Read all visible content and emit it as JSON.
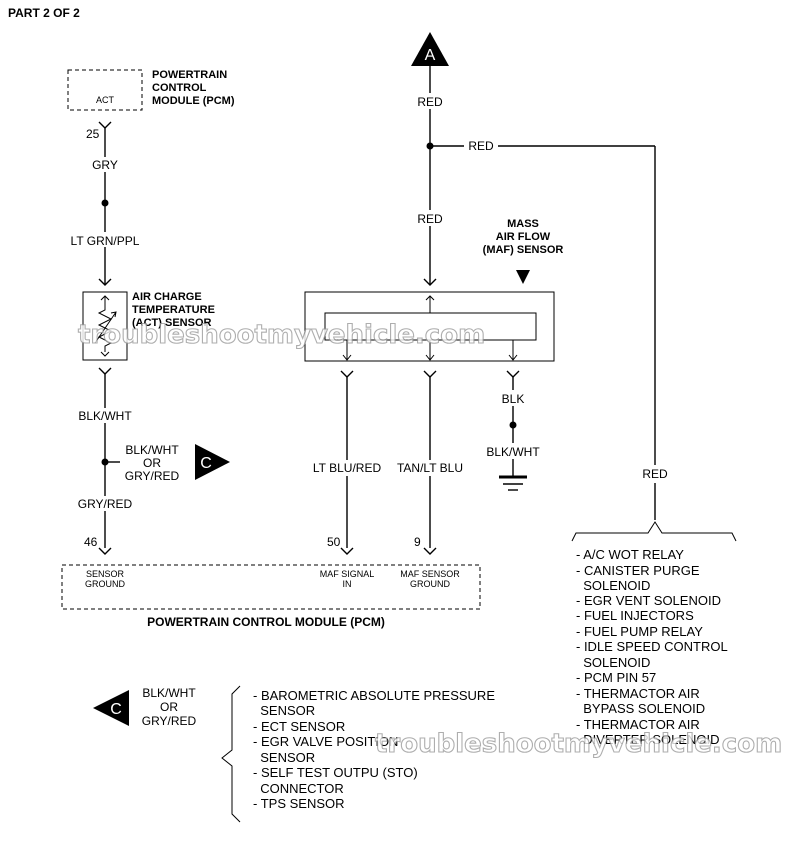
{
  "page_label": "PART 2 OF 2",
  "pcm_top": {
    "title_lines": [
      "POWERTRAIN",
      "CONTROL",
      "MODULE (PCM)"
    ],
    "pin_name": "ACT",
    "pin_number": "25"
  },
  "act_circuit": {
    "wire1": "GRY",
    "wire2": "LT GRN/PPL",
    "sensor_lines": [
      "AIR CHARGE",
      "TEMPERATURE",
      "(ACT) SENSOR"
    ],
    "wire3": "BLK/WHT",
    "branch_lines": [
      "BLK/WHT",
      "OR",
      "GRY/RED"
    ],
    "connector_c": "C",
    "wire4": "GRY/RED",
    "pin_number": "46"
  },
  "connector_a": "A",
  "power_circuit": {
    "wire_top": "RED",
    "wire_branch": "RED",
    "wire_maf": "RED",
    "wire_right": "RED"
  },
  "maf": {
    "title_lines": [
      "MASS",
      "AIR FLOW",
      "(MAF) SENSOR"
    ],
    "wire_signal": "LT BLU/RED",
    "wire_ground": "TAN/LT BLU",
    "wire_blk": "BLK",
    "wire_blk_wht": "BLK/WHT",
    "pin_signal": "50",
    "pin_ground": "9"
  },
  "pcm_bottom": {
    "title": "POWERTRAIN CONTROL MODULE (PCM)",
    "pin_sensor_ground": [
      "SENSOR",
      "GROUND"
    ],
    "pin_maf_signal": [
      "MAF SIGNAL",
      "IN"
    ],
    "pin_maf_ground": [
      "MAF SENSOR",
      "GROUND"
    ]
  },
  "red_list": [
    "- A/C WOT RELAY",
    "- CANISTER PURGE",
    "  SOLENOID",
    "- EGR VENT SOLENOID",
    "- FUEL INJECTORS",
    "- FUEL PUMP RELAY",
    "- IDLE SPEED CONTROL",
    "  SOLENOID",
    "- PCM PIN 57",
    "- THERMACTOR AIR",
    "  BYPASS SOLENOID",
    "- THERMACTOR AIR",
    "  DIVERTER SOLENOID"
  ],
  "legend_c": {
    "connector": "C",
    "wire_lines": [
      "BLK/WHT",
      "OR",
      "GRY/RED"
    ],
    "items": [
      "- BAROMETRIC ABSOLUTE PRESSURE",
      "  SENSOR",
      "- ECT SENSOR",
      "- EGR VALVE POSITION",
      "  SENSOR",
      "- SELF TEST OUTPU (STO)",
      "  CONNECTOR",
      "- TPS SENSOR"
    ]
  },
  "watermark": "troubleshootmyvehicle.com"
}
